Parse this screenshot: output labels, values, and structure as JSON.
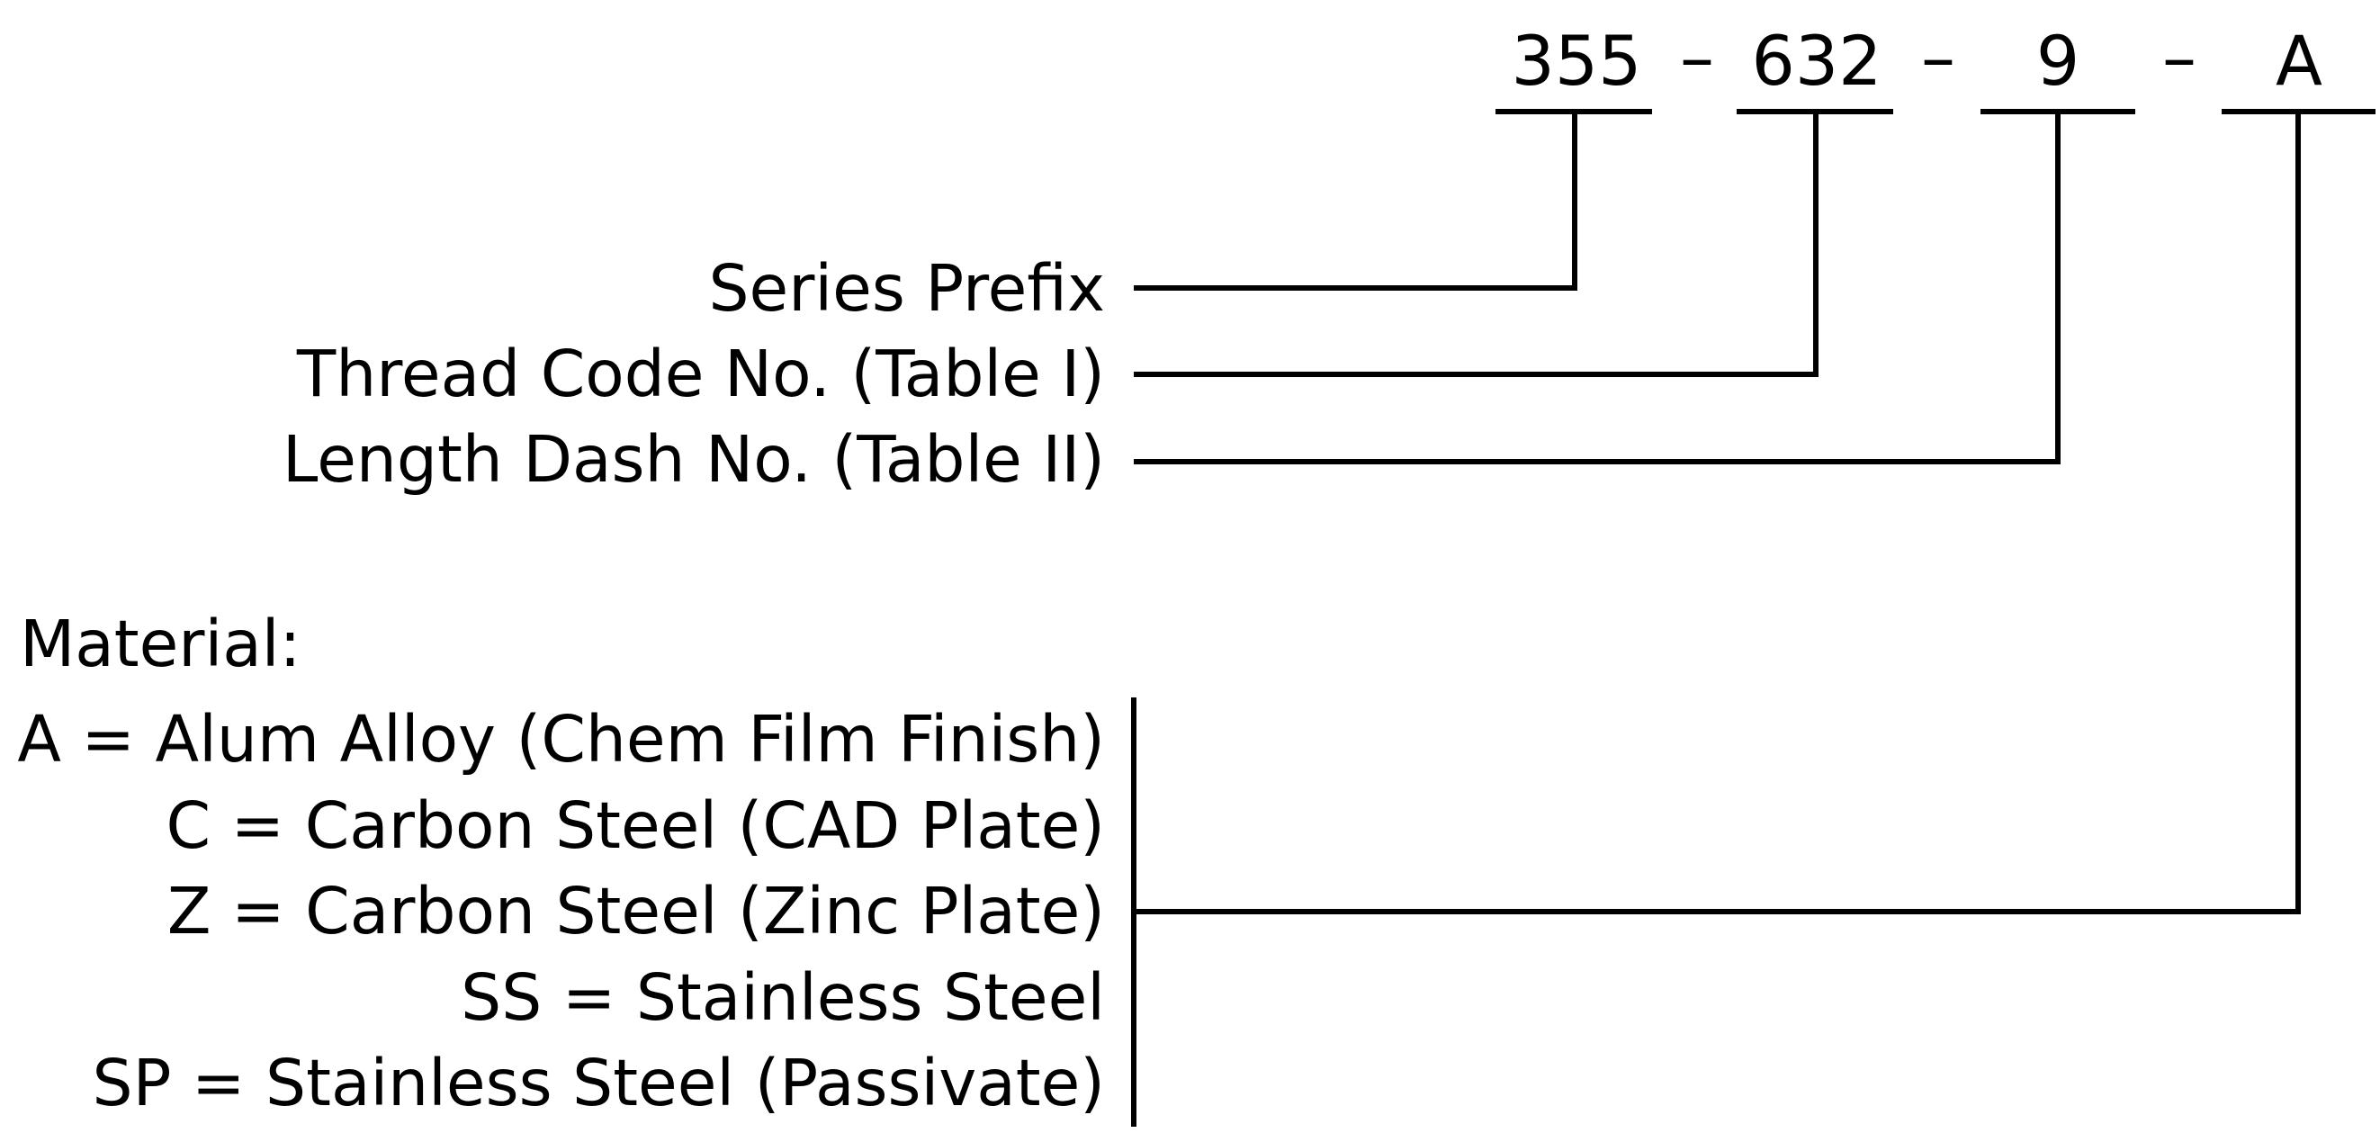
{
  "part_number": {
    "segments": [
      "355",
      "632",
      "9",
      "A"
    ],
    "separator": "–"
  },
  "fields": {
    "series_prefix": "Series Prefix",
    "thread_code": "Thread Code No. (Table I)",
    "length_dash": "Length Dash No. (Table II)"
  },
  "material": {
    "heading": "Material:",
    "options": [
      "A = Alum Alloy (Chem Film Finish)",
      "C = Carbon Steel (CAD Plate)",
      "Z = Carbon Steel (Zinc Plate)",
      "SS = Stainless Steel",
      "SP = Stainless Steel (Passivate)"
    ]
  }
}
